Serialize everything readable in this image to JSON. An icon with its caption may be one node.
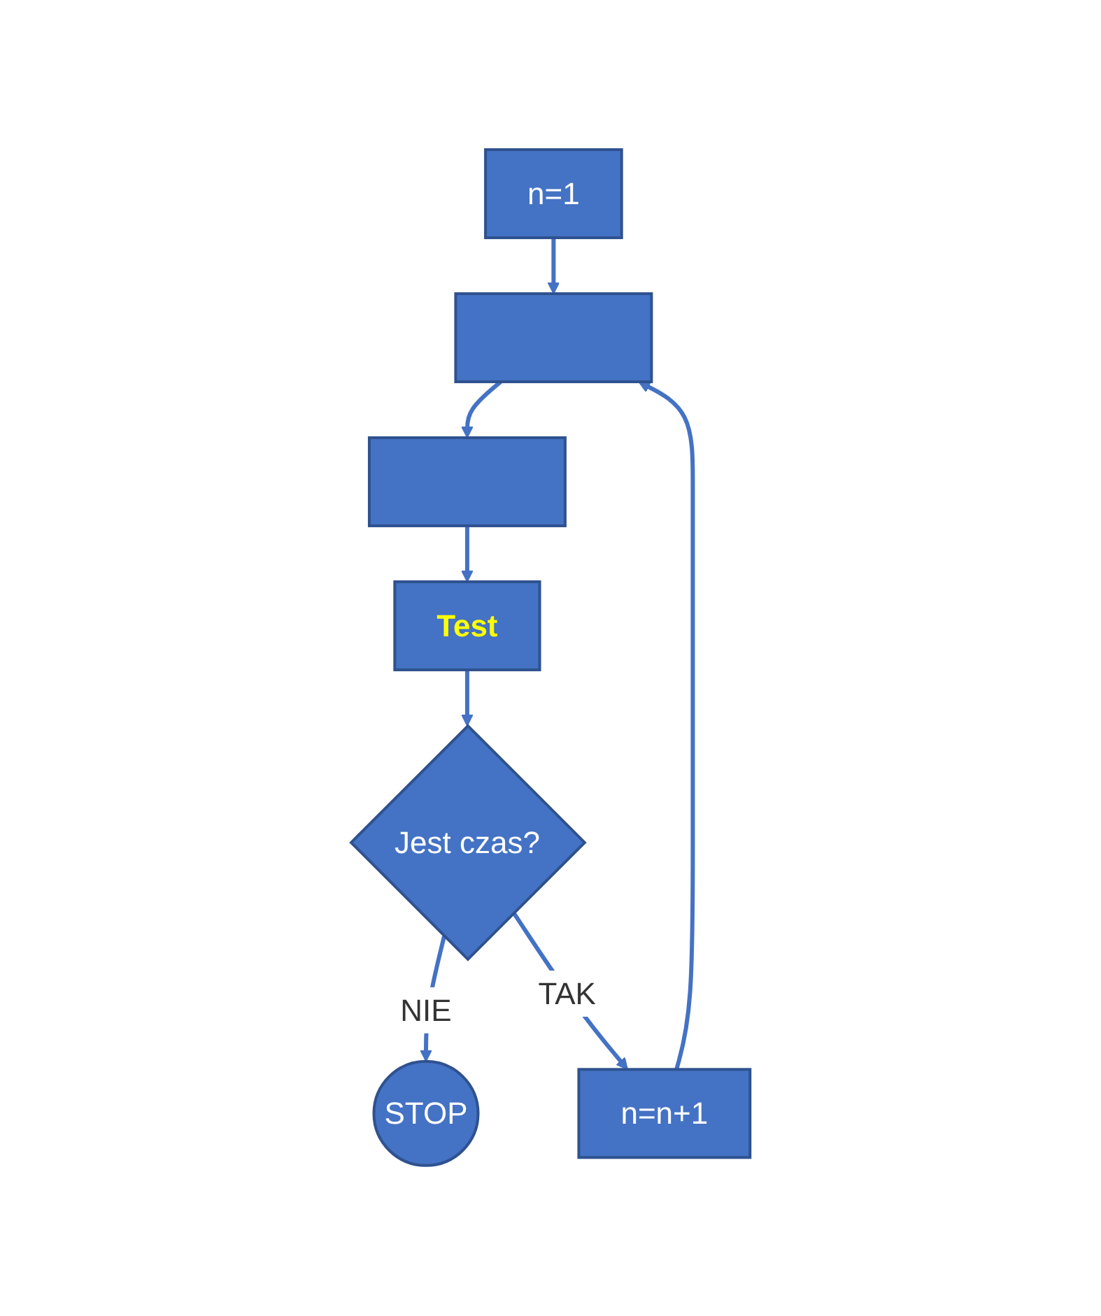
{
  "diagram": {
    "nodes": [
      {
        "text": [
          "n=1"
        ]
      },
      {
        "text": [],
        "shape": "box"
      },
      {
        "text": [],
        "shape": "box"
      },
      {
        "text": [
          "Test"
        ]
      },
      {
        "text": [
          "Jest czas?"
        ]
      },
      {
        "text": [
          "STOP"
        ]
      },
      {
        "text": [
          "n=n+1"
        ]
      }
    ],
    "edges": [
      {
        "from": 0,
        "to": 1,
        "arrow": "to"
      },
      {
        "from": 1,
        "to": 2,
        "arrow": "to"
      },
      {
        "from": 2,
        "to": 3,
        "arrow": "to"
      },
      {
        "from": 3,
        "to": 4,
        "arrow": "to"
      },
      {
        "from": 4,
        "to": 5,
        "arrow": "to",
        "label": "NIE"
      },
      {
        "from": 4,
        "to": 6,
        "arrow": "to",
        "label": "TAK"
      },
      {
        "from": 6,
        "to": 1,
        "arrow": "to"
      }
    ]
  }
}
